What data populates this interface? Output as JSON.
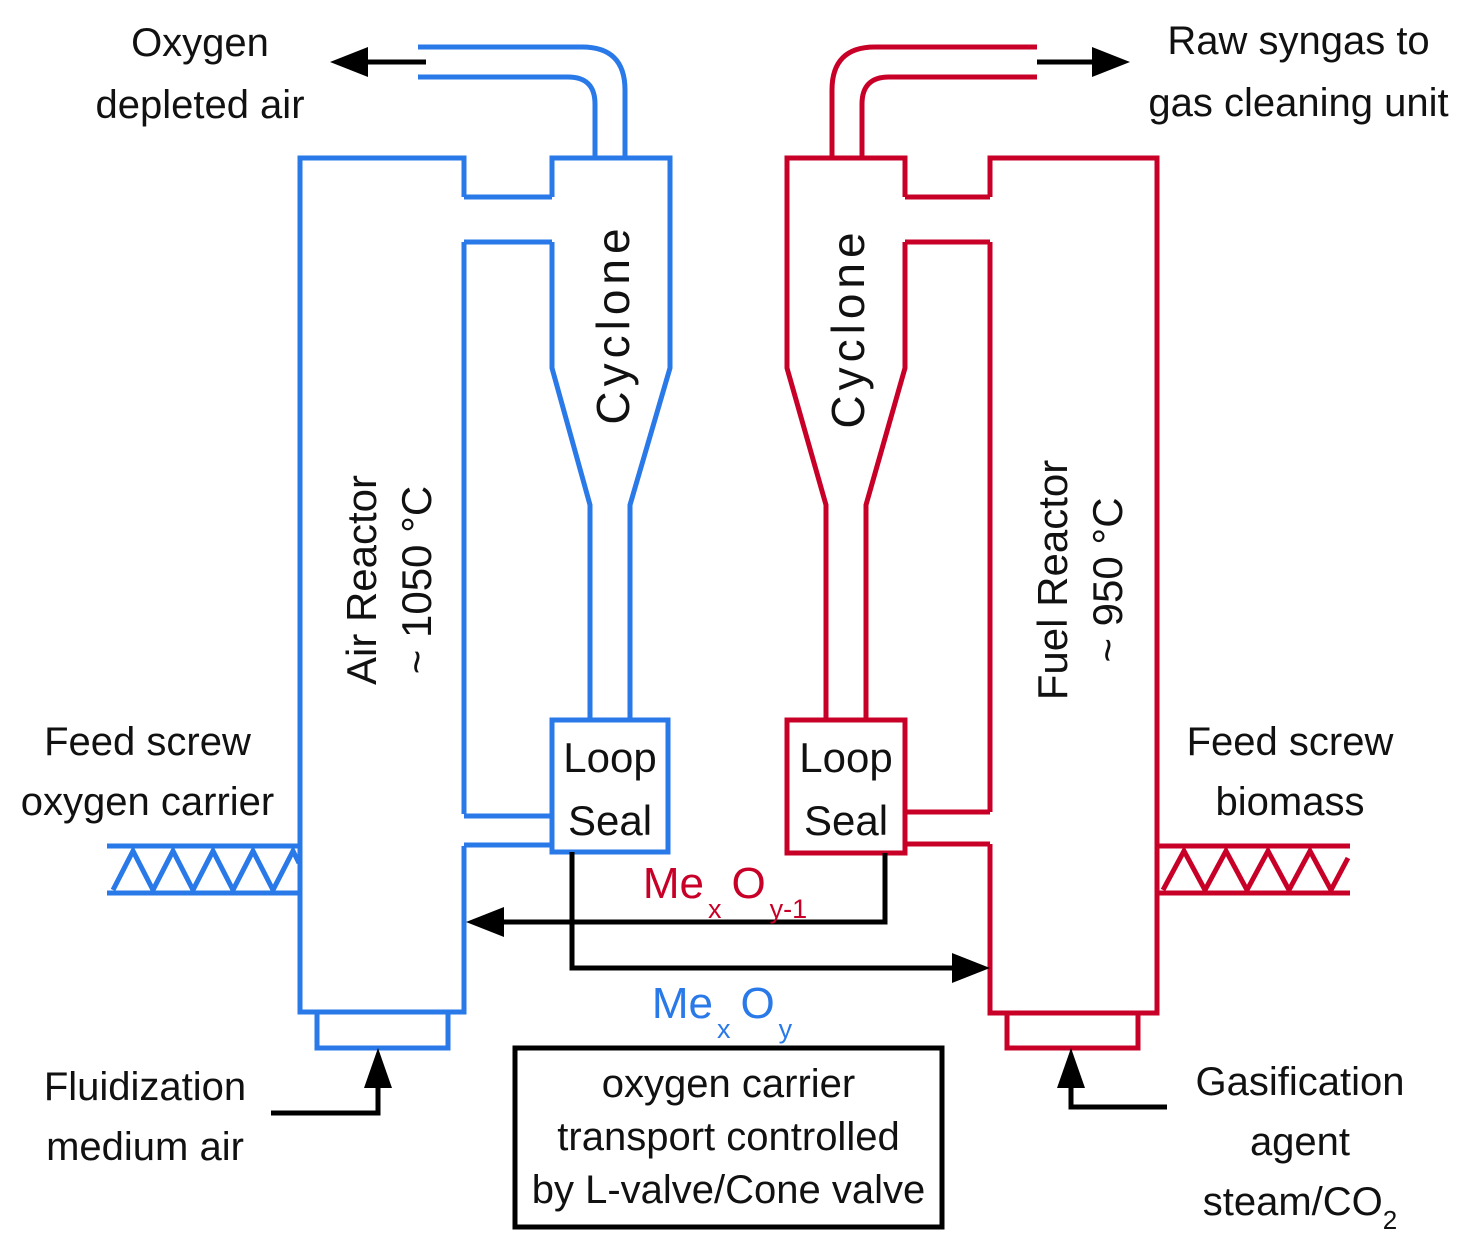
{
  "colors": {
    "blue": "#2979E8",
    "red": "#C80028",
    "black": "#000000",
    "text": "#111111"
  },
  "labels": {
    "oxygen_depleted_air": {
      "line1": "Oxygen",
      "line2": "depleted air"
    },
    "raw_syngas": {
      "line1": "Raw syngas to",
      "line2": "gas cleaning unit"
    },
    "air_reactor": {
      "line1": "Air Reactor",
      "line2": "~ 1050 °C"
    },
    "fuel_reactor": {
      "line1": "Fuel Reactor",
      "line2": "~ 950 °C"
    },
    "cyclone_left": "Cyclone",
    "cyclone_right": "Cyclone",
    "loop_seal_left": {
      "line1": "Loop",
      "line2": "Seal"
    },
    "loop_seal_right": {
      "line1": "Loop",
      "line2": "Seal"
    },
    "feed_screw_left": {
      "line1": "Feed screw",
      "line2": "oxygen carrier"
    },
    "feed_screw_right": {
      "line1": "Feed screw",
      "line2": "biomass"
    },
    "mexoy_reduced": {
      "base1": "Me",
      "sub1": "x",
      "base2": "O",
      "sub2": "y-1"
    },
    "mexoy_oxidized": {
      "base1": "Me",
      "sub1": "x",
      "base2": "O",
      "sub2": "y"
    },
    "fluidization": {
      "line1": "Fluidization",
      "line2": "medium air"
    },
    "gasification": {
      "line1": "Gasification",
      "line2": "agent",
      "line3_base": "steam/CO",
      "line3_sub": "2"
    },
    "valve_box": {
      "line1": "oxygen carrier",
      "line2": "transport controlled",
      "line3": "by L-valve/Cone valve"
    }
  }
}
